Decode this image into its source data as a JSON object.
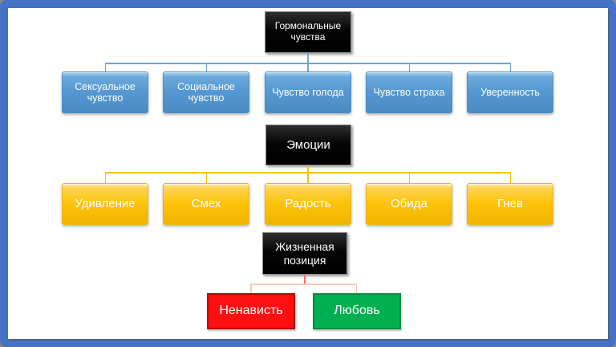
{
  "slide": {
    "frame_color": "#4472C4",
    "background": "#FFFFFF"
  },
  "tree_feelings": {
    "root_label": "Гормональные чувства",
    "root_color": "#000000",
    "connector_color": "#6FA3DC",
    "node_color": "#5B9BD5",
    "items": [
      {
        "label": "Сексуальное чувство"
      },
      {
        "label": "Социальное чувство"
      },
      {
        "label": "Чувство голода"
      },
      {
        "label": "Чувство страха"
      },
      {
        "label": "Уверенность"
      }
    ]
  },
  "tree_emotions": {
    "root_label": "Эмоции",
    "root_color": "#000000",
    "connector_color": "#FFC000",
    "node_color": "#FFC21A",
    "items": [
      {
        "label": "Удивление"
      },
      {
        "label": "Смех"
      },
      {
        "label": "Радость"
      },
      {
        "label": "Обида"
      },
      {
        "label": "Гнев"
      }
    ]
  },
  "tree_life_position": {
    "root_label": "Жизненная позиция",
    "root_color": "#000000",
    "stem_connector_color": "#FF6F5E",
    "branch_connector_color": "#F8CBAD",
    "items": [
      {
        "label": "Ненависть",
        "color": "#FF0F0F",
        "border_color": "#C00000"
      },
      {
        "label": "Любовь",
        "color": "#00B050",
        "border_color": "#0A8A43"
      }
    ]
  },
  "text_color": "#FFFFFF"
}
